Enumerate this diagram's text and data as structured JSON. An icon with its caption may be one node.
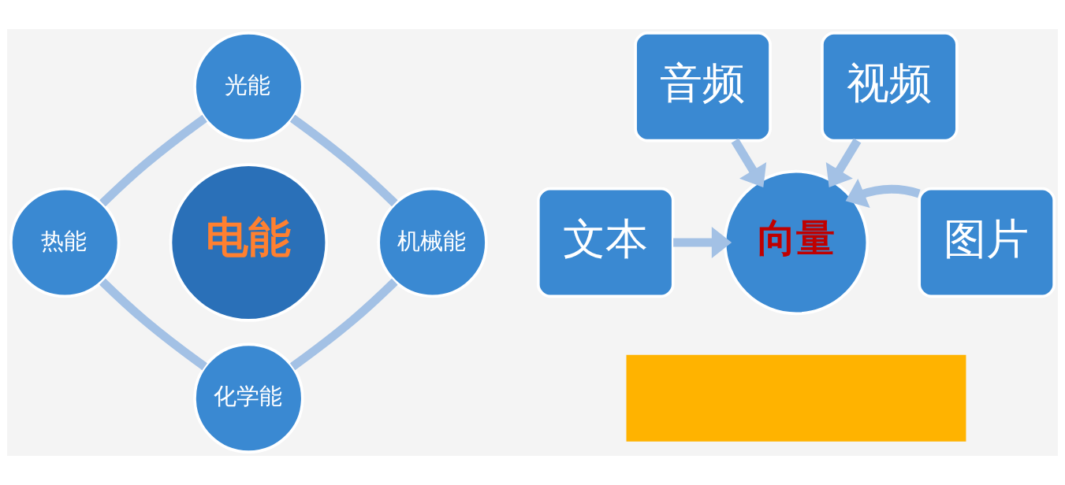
{
  "diagram": {
    "nodes": [
      {
        "text": [
          "光能"
        ]
      },
      {
        "text": [
          "热能"
        ]
      },
      {
        "text": [
          "电能"
        ]
      },
      {
        "text": [
          "机械能"
        ]
      },
      {
        "text": [
          "化学能"
        ]
      },
      {
        "text": [
          "音频"
        ]
      },
      {
        "text": [
          "视频"
        ]
      },
      {
        "text": [
          "文本"
        ]
      },
      {
        "text": [
          "向量"
        ]
      },
      {
        "text": [
          "图片"
        ]
      },
      {
        "text": [],
        "shape": "box"
      }
    ],
    "edges": [
      {
        "from": 0,
        "to": 3,
        "arrow": "none"
      },
      {
        "from": 3,
        "to": 4,
        "arrow": "none"
      },
      {
        "from": 4,
        "to": 1,
        "arrow": "none"
      },
      {
        "from": 1,
        "to": 0,
        "arrow": "none"
      },
      {
        "from": 7,
        "to": 8,
        "arrow": "to"
      },
      {
        "from": 5,
        "to": 8,
        "arrow": "to"
      },
      {
        "from": 6,
        "to": 8,
        "arrow": "to"
      },
      {
        "from": 9,
        "to": 8,
        "arrow": "to"
      }
    ]
  }
}
